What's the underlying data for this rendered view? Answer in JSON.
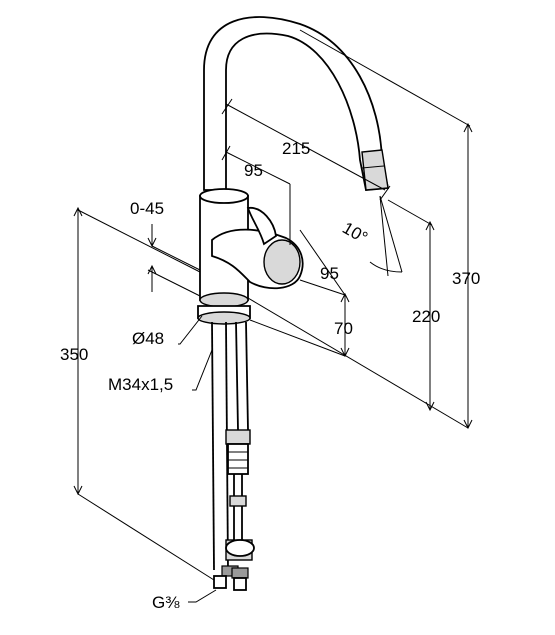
{
  "drawing": {
    "colors": {
      "line": "#000000",
      "background": "#ffffff",
      "shade": "#d9d9d9"
    },
    "dimensions": {
      "reach": "215",
      "spout_offset": "95",
      "lever_offset": "95",
      "swivel_angle": "10°",
      "deck_thickness": "0-45",
      "base_diameter": "Ø48",
      "thread": "M34x1,5",
      "total_height": "370",
      "outlet_height": "220",
      "hose_length": "350",
      "body_height": "70",
      "connection": "G⅜"
    }
  }
}
